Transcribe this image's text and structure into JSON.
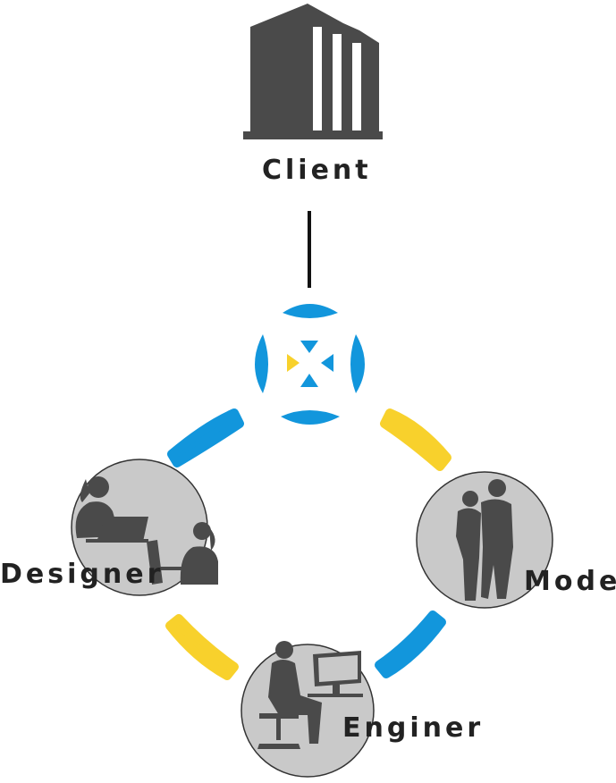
{
  "labels": {
    "client": "Client",
    "designer": "Designer",
    "model": "Model",
    "enginer": "Enginer"
  },
  "colors": {
    "blue": "#1296dc",
    "yellow": "#f8d12c",
    "dark": "#4a4a4a",
    "circle_fill": "#c9c9c9",
    "circle_stroke": "#333333",
    "line": "#111111"
  },
  "icons": {
    "client": "building-icon",
    "hub": "collaboration-hub-icon",
    "designer": "designers-silhouette-icon",
    "model": "models-silhouette-icon",
    "enginer": "engineer-silhouette-icon"
  }
}
